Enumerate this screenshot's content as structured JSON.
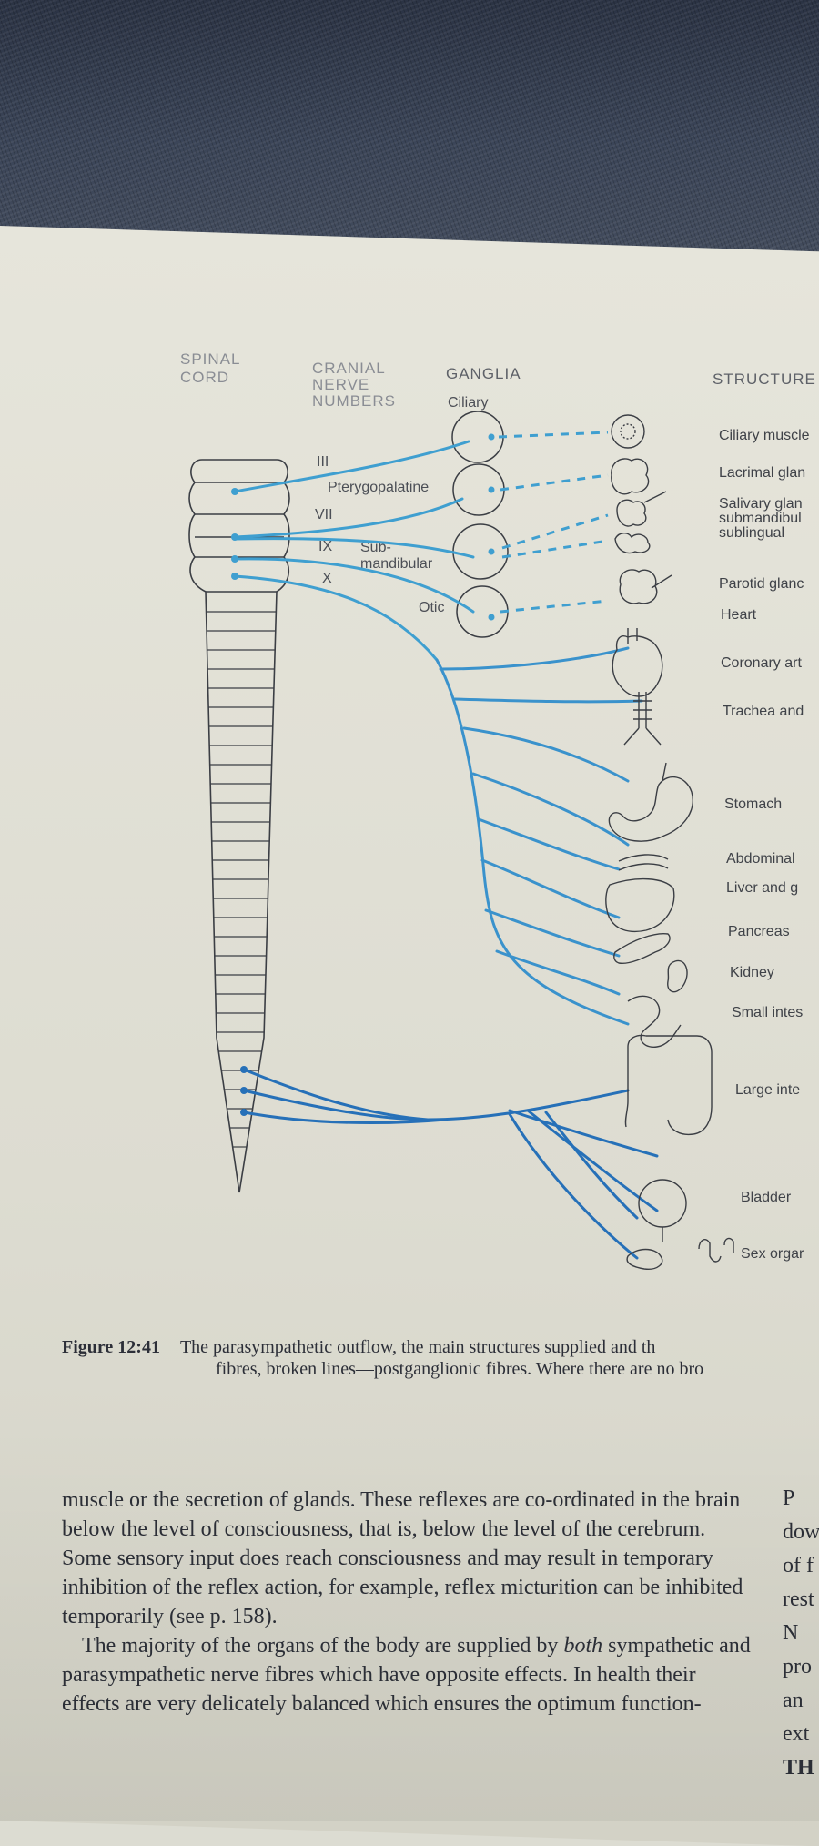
{
  "headers": {
    "spinal": [
      "SPINAL",
      "CORD"
    ],
    "cranial": [
      "CRANIAL",
      "NERVE",
      "NUMBERS"
    ],
    "ganglia": "GANGLIA",
    "structures": "STRUCTURE"
  },
  "nerve_numbers": [
    "III",
    "VII",
    "IX",
    "X"
  ],
  "ganglia_labels": [
    "Ciliary",
    "Pterygopalatine",
    "Sub-",
    "mandibular",
    "Otic"
  ],
  "structures": [
    "Ciliary muscle",
    "Lacrimal glan",
    "Salivary glan",
    "submandibul",
    "sublingual",
    "Parotid glanc",
    "Heart",
    "Coronary art",
    "Trachea and",
    "Stomach",
    "Abdominal",
    "Liver and g",
    "Pancreas",
    "Kidney",
    "Small intes",
    "Large inte",
    "Bladder",
    "Sex orgar"
  ],
  "caption": {
    "figure": "Figure 12:41",
    "line1": "The parasympathetic outflow, the main structures supplied and th",
    "line2": "fibres, broken lines—postganglionic fibres. Where there are no bro"
  },
  "body": {
    "p1": "muscle or the secretion of glands. These reflexes are co-ordinated in the brain below the level of consciousness, that is, below the level of the cerebrum. Some sensory input does reach consciousness and may result in temporary inhibition of the reflex action, for example, reflex micturition can be inhibited temporarily (see p. 158).",
    "p2_em": "both",
    "p2_a": "The majority of the organs of the body are supplied by",
    "p2_b": "sympathetic and parasympathetic nerve fibres which have opposite effects. In health their effects are very delicately balanced which ensures the optimum function-"
  },
  "right_column": [
    "P",
    "dow",
    "of f",
    "rest",
    "N",
    "pro",
    "an",
    "ext",
    "TH"
  ],
  "colors": {
    "page": "#e3e2d8",
    "fabric": "#2f3848",
    "nerve_upper": "#3f9fd0",
    "nerve_lower": "#2670b8",
    "outline": "#3b3e44"
  }
}
